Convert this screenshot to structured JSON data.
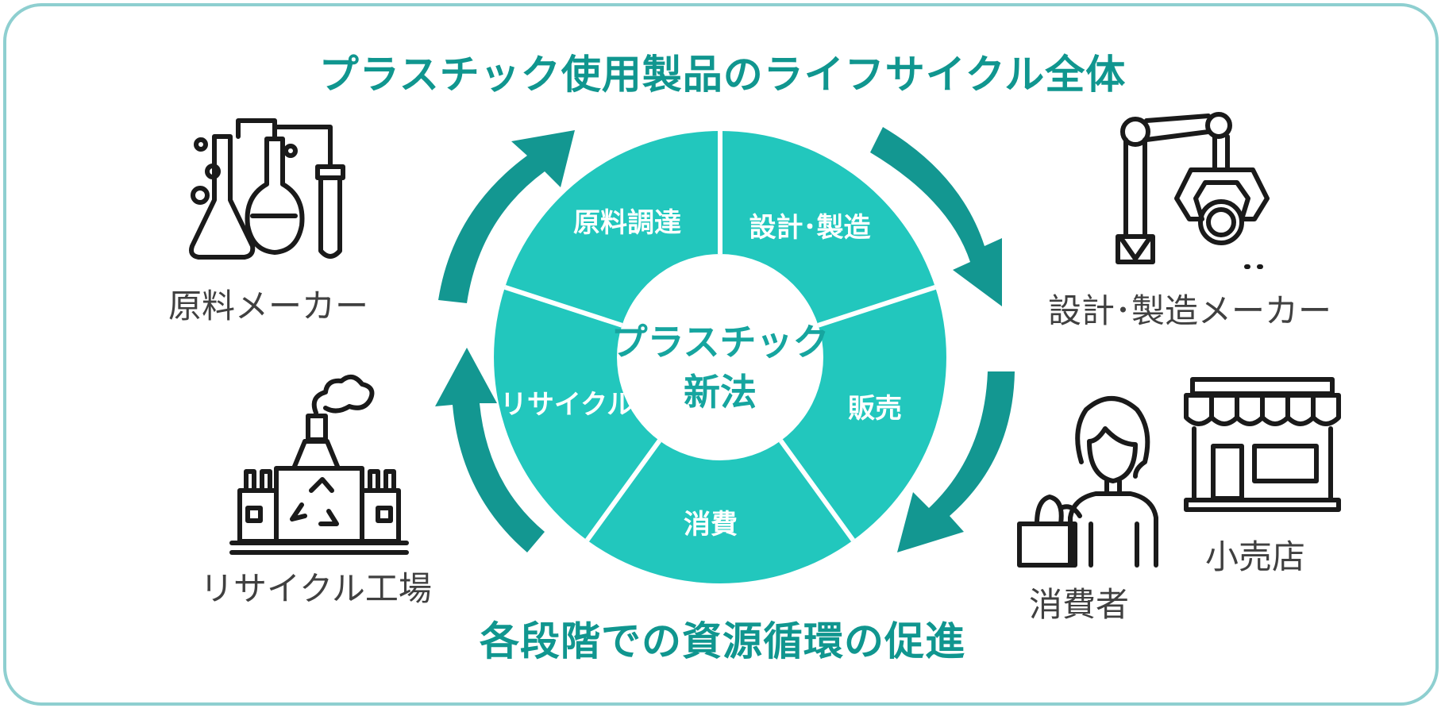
{
  "title_top": "プラスチック使用製品のライフサイクル全体",
  "title_bottom": "各段階での資源循環の促進",
  "center": {
    "line1": "プラスチック",
    "line2": "新法"
  },
  "segments": {
    "raw": "原料調達",
    "design": "設計･製造",
    "sales": "販売",
    "consume": "消費",
    "recycle": "リサイクル"
  },
  "actors": {
    "raw_maker": "原料メーカー",
    "design_maker": "設計･製造メーカー",
    "retailer": "小売店",
    "consumer": "消費者",
    "recycle_plant": "リサイクル工場"
  },
  "icons": {
    "raw_maker": "lab-flasks-icon",
    "design_maker": "robot-arm-gear-icon",
    "retailer": "storefront-icon",
    "consumer": "shopper-woman-icon",
    "recycle_plant": "recycle-factory-icon"
  },
  "colors": {
    "frame": "#8ecfd0",
    "title": "#10968f",
    "segment": "#22c7bd",
    "arrow": "#139791",
    "center_text": "#16a59f"
  }
}
